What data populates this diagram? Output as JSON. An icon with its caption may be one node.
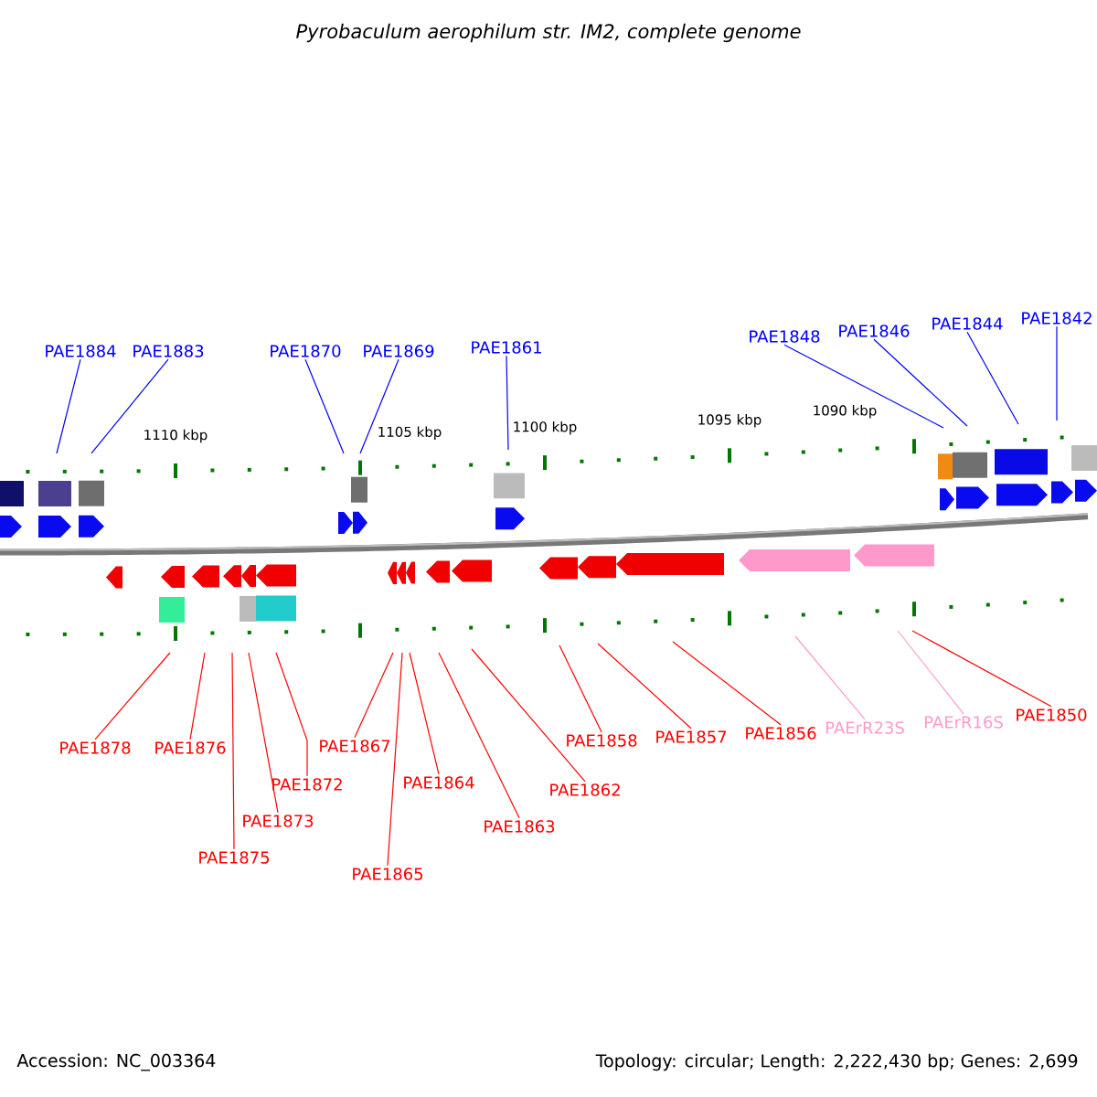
{
  "diagram": {
    "title": "Pyrobaculum aerophilum str. IM2, complete genome",
    "nodes": [
      {
        "text": [
          "PAE1884"
        ]
      },
      {
        "text": [
          "PAE1883"
        ]
      },
      {
        "text": [
          "PAE1870"
        ]
      },
      {
        "text": [
          "PAE1869"
        ]
      },
      {
        "text": [
          "PAE1861"
        ]
      },
      {
        "text": [
          "PAE1848"
        ]
      },
      {
        "text": [
          "PAE1846"
        ]
      },
      {
        "text": [
          "PAE1844"
        ]
      },
      {
        "text": [
          "PAE1842"
        ]
      },
      {
        "text": [
          "PAE1878"
        ]
      },
      {
        "text": [
          "PAE1876"
        ]
      },
      {
        "text": [
          "PAE1875"
        ]
      },
      {
        "text": [
          "PAE1873"
        ]
      },
      {
        "text": [
          "PAE1872"
        ]
      },
      {
        "text": [
          "PAE1867"
        ]
      },
      {
        "text": [
          "PAE1865"
        ]
      },
      {
        "text": [
          "PAE1864"
        ]
      },
      {
        "text": [
          "PAE1863"
        ]
      },
      {
        "text": [
          "PAE1862"
        ]
      },
      {
        "text": [
          "PAE1858"
        ]
      },
      {
        "text": [
          "PAE1857"
        ]
      },
      {
        "text": [
          "PAE1856"
        ]
      },
      {
        "text": [
          "PAErR23S"
        ]
      },
      {
        "text": [
          "PAErR16S"
        ]
      },
      {
        "text": [
          "PAE1850"
        ]
      }
    ],
    "edges": [
      {
        "from": 0,
        "to": null,
        "arrow": "none",
        "color": "#0000ff"
      },
      {
        "from": 1,
        "to": null,
        "arrow": "none",
        "color": "#0000ff"
      },
      {
        "from": 2,
        "to": null,
        "arrow": "none",
        "color": "#0000ff"
      },
      {
        "from": 3,
        "to": null,
        "arrow": "none",
        "color": "#0000ff"
      },
      {
        "from": 4,
        "to": null,
        "arrow": "none",
        "color": "#0000ff"
      },
      {
        "from": 5,
        "to": null,
        "arrow": "none",
        "color": "#0000ff"
      },
      {
        "from": 6,
        "to": null,
        "arrow": "none",
        "color": "#0000ff"
      },
      {
        "from": 7,
        "to": null,
        "arrow": "none",
        "color": "#0000ff"
      },
      {
        "from": 8,
        "to": null,
        "arrow": "none",
        "color": "#0000ff"
      },
      {
        "from": 9,
        "to": null,
        "arrow": "none"
      },
      {
        "from": 10,
        "to": null,
        "arrow": "none"
      },
      {
        "from": 11,
        "to": null,
        "arrow": "none"
      },
      {
        "from": 12,
        "to": null,
        "arrow": "none"
      },
      {
        "from": 13,
        "to": null,
        "arrow": "none"
      },
      {
        "from": 14,
        "to": null,
        "arrow": "none"
      },
      {
        "from": 15,
        "to": null,
        "arrow": "none"
      },
      {
        "from": 16,
        "to": null,
        "arrow": "none"
      },
      {
        "from": 17,
        "to": null,
        "arrow": "none"
      },
      {
        "from": 18,
        "to": null,
        "arrow": "none"
      },
      {
        "from": 19,
        "to": null,
        "arrow": "none"
      },
      {
        "from": 20,
        "to": null,
        "arrow": "none"
      },
      {
        "from": 21,
        "to": null,
        "arrow": "none"
      },
      {
        "from": 22,
        "to": null,
        "arrow": "none",
        "color": "#ff99cc"
      },
      {
        "from": 23,
        "to": null,
        "arrow": "none",
        "color": "#ff99cc"
      },
      {
        "from": 24,
        "to": null,
        "arrow": "none"
      }
    ],
    "labels": [
      "1110 kbp",
      "1105 kbp",
      "1100 kbp",
      "1095 kbp",
      "1090 kbp",
      "Accession: NC_003364",
      "Topology: circular; Length: 2,222,430 bp; Genes: 2,699"
    ]
  }
}
